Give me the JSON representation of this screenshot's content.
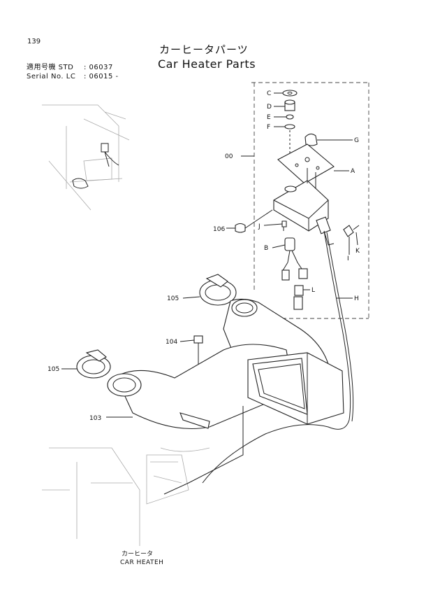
{
  "page_number": "139",
  "title_jp": "カーヒータパーツ",
  "title_en": "Car Heater Parts",
  "serial": {
    "row1_label": "適用号機 STD",
    "row1_value": ": 06037",
    "row2_label": "Serial No. LC",
    "row2_value": ": 06015 -"
  },
  "callouts": {
    "C": "C",
    "D": "D",
    "E": "E",
    "F": "F",
    "G": "G",
    "A": "A",
    "J": "J",
    "B": "B",
    "I": "I",
    "K": "K",
    "L": "L",
    "H": "H",
    "p00": "00",
    "p106": "106",
    "p105a": "105",
    "p104": "104",
    "p105b": "105",
    "p103": "103"
  },
  "caption": {
    "jp": "カーヒータ",
    "en": "CAR HEATEH"
  }
}
